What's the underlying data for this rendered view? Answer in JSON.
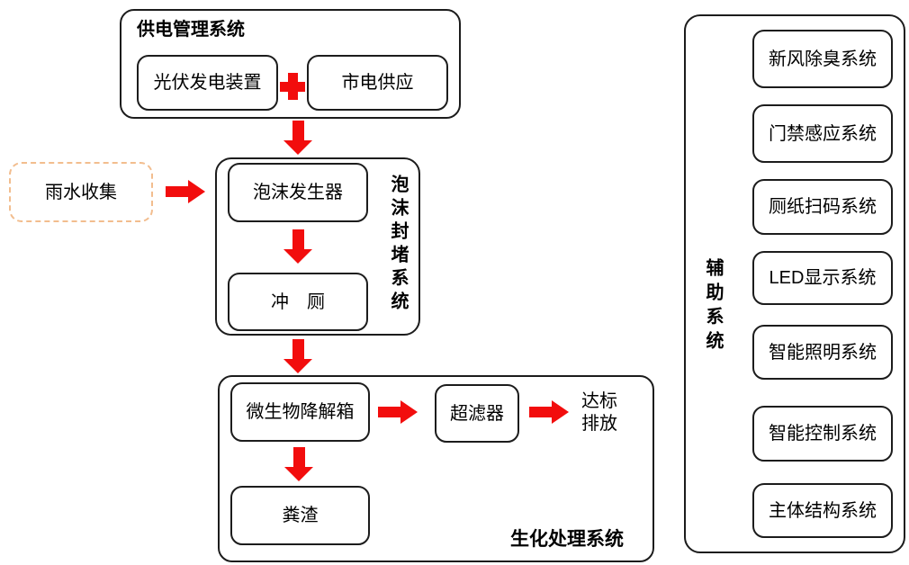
{
  "colors": {
    "arrow_red": "#f20d0d",
    "border_black": "#1c1c1c",
    "rain_border": "#f2bd8e",
    "background": "#ffffff"
  },
  "power_system": {
    "title": "供电管理系统",
    "pv_box": "光伏发电装置",
    "mains_box": "市电供应"
  },
  "rain": {
    "label": "雨水收集"
  },
  "foam_system": {
    "label": "泡沫封堵系统",
    "foam_generator": "泡沫发生器",
    "flush": "冲　厕"
  },
  "bio_system": {
    "label": "生化处理系统",
    "digester": "微生物降解箱",
    "ultrafilter": "超滤器",
    "discharge_line1": "达标",
    "discharge_line2": "排放",
    "residue": "粪渣"
  },
  "aux_system": {
    "label": "辅助系统",
    "items": [
      "新风除臭系统",
      "门禁感应系统",
      "厕纸扫码系统",
      "LED显示系统",
      "智能照明系统",
      "智能控制系统",
      "主体结构系统"
    ]
  }
}
